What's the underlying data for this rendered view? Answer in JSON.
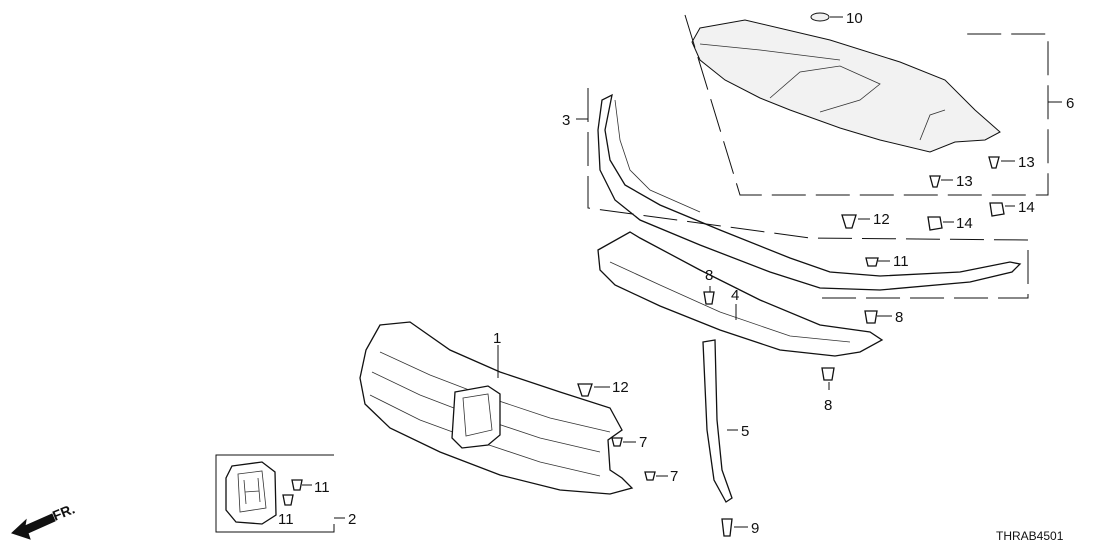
{
  "diagram_code": "THRAB4501",
  "direction_label": "FR.",
  "callouts": {
    "c1": "1",
    "c2": "2",
    "c3": "3",
    "c4": "4",
    "c5": "5",
    "c6": "6",
    "c7a": "7",
    "c7b": "7",
    "c8a": "8",
    "c8b": "8",
    "c8c": "8",
    "c9": "9",
    "c10": "10",
    "c11a": "11",
    "c11b": "11",
    "c11c": "11",
    "c12a": "12",
    "c12b": "12",
    "c13a": "13",
    "c13b": "13",
    "c14a": "14",
    "c14b": "14"
  }
}
